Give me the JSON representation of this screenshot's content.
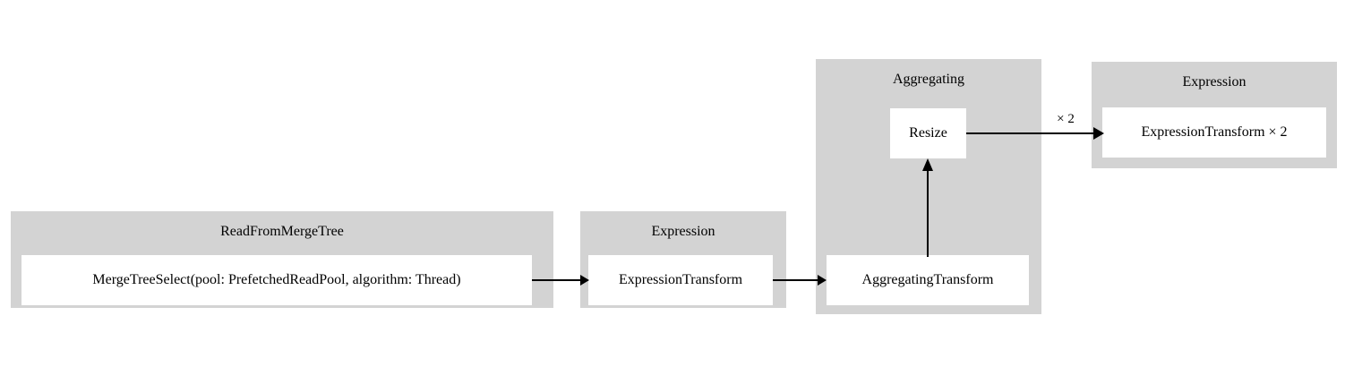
{
  "diagram": {
    "type": "query-pipeline-graph",
    "background": "#ffffff",
    "cluster_fill": "#d3d3d3",
    "node_fill": "#ffffff",
    "edge_color": "#000000",
    "clusters": [
      {
        "id": "read-from-merge-tree",
        "title": "ReadFromMergeTree",
        "nodes": [
          {
            "id": "merge-tree-select",
            "label": "MergeTreeSelect(pool: PrefetchedReadPool, algorithm: Thread)"
          }
        ]
      },
      {
        "id": "expression-1",
        "title": "Expression",
        "nodes": [
          {
            "id": "expression-transform",
            "label": "ExpressionTransform"
          }
        ]
      },
      {
        "id": "aggregating",
        "title": "Aggregating",
        "nodes": [
          {
            "id": "resize",
            "label": "Resize"
          },
          {
            "id": "aggregating-transform",
            "label": "AggregatingTransform"
          }
        ]
      },
      {
        "id": "expression-2",
        "title": "Expression",
        "nodes": [
          {
            "id": "expression-transform-x2",
            "label": "ExpressionTransform × 2"
          }
        ]
      }
    ],
    "edges": [
      {
        "id": "merge-tree-select-to-expression-transform",
        "from": "merge-tree-select",
        "to": "expression-transform",
        "label": ""
      },
      {
        "id": "expression-transform-to-aggregating-transform",
        "from": "expression-transform",
        "to": "aggregating-transform",
        "label": ""
      },
      {
        "id": "aggregating-transform-to-resize",
        "from": "aggregating-transform",
        "to": "resize",
        "label": ""
      },
      {
        "id": "resize-to-expression-transform-x2",
        "from": "resize",
        "to": "expression-transform-x2",
        "label": "× 2"
      }
    ]
  }
}
